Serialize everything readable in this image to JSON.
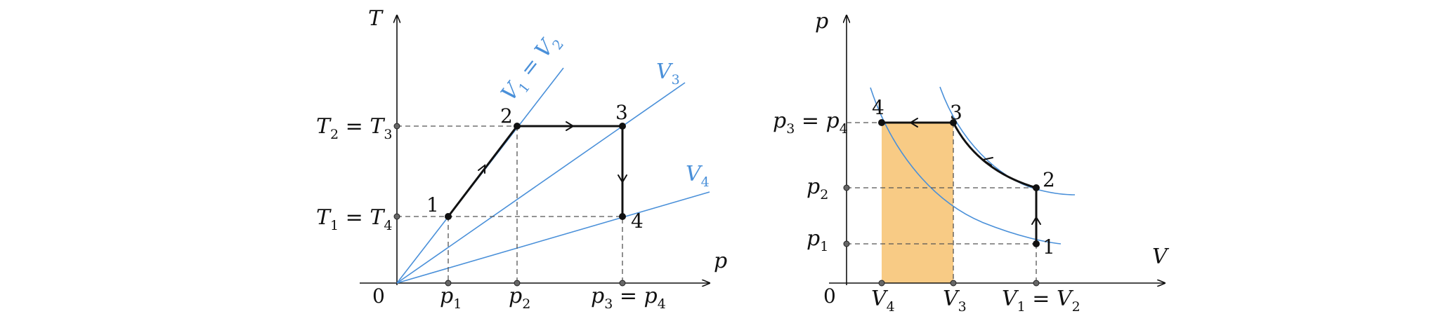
{
  "colors": {
    "isoline": "#4a90d9",
    "cycle": "#111111",
    "axis": "#111111",
    "work_area": "#f8cb85",
    "guide": "#555555"
  },
  "left_diagram": {
    "axis_y": "T",
    "axis_x": "p",
    "origin": "0",
    "y_ticks": [
      {
        "main": "T",
        "sub": "2",
        "rest": " = T",
        "sub2": "3"
      },
      {
        "main": "T",
        "sub": "1",
        "rest": " = T",
        "sub2": "4"
      }
    ],
    "x_ticks": [
      {
        "main": "p",
        "sub": "1",
        "rest": "",
        "sub2": ""
      },
      {
        "main": "p",
        "sub": "2",
        "rest": "",
        "sub2": ""
      },
      {
        "main": "p",
        "sub": "3",
        "rest": " = p",
        "sub2": "4"
      }
    ],
    "isolines": [
      {
        "main": "V",
        "sub": "1",
        "rest": " = V",
        "sub2": "2"
      },
      {
        "main": "V",
        "sub": "3",
        "rest": "",
        "sub2": ""
      },
      {
        "main": "V",
        "sub": "4",
        "rest": "",
        "sub2": ""
      }
    ],
    "points": [
      "1",
      "2",
      "3",
      "4"
    ]
  },
  "right_diagram": {
    "axis_y": "p",
    "axis_x": "V",
    "origin": "0",
    "y_ticks": [
      {
        "main": "p",
        "sub": "3",
        "rest": " = p",
        "sub2": "4"
      },
      {
        "main": "p",
        "sub": "2",
        "rest": "",
        "sub2": ""
      },
      {
        "main": "p",
        "sub": "1",
        "rest": "",
        "sub2": ""
      }
    ],
    "x_ticks": [
      {
        "main": "V",
        "sub": "4",
        "rest": "",
        "sub2": ""
      },
      {
        "main": "V",
        "sub": "3",
        "rest": "",
        "sub2": ""
      },
      {
        "main": "V",
        "sub": "1",
        "rest": " = V",
        "sub2": "2"
      }
    ],
    "points": [
      "1",
      "2",
      "3",
      "4"
    ]
  }
}
